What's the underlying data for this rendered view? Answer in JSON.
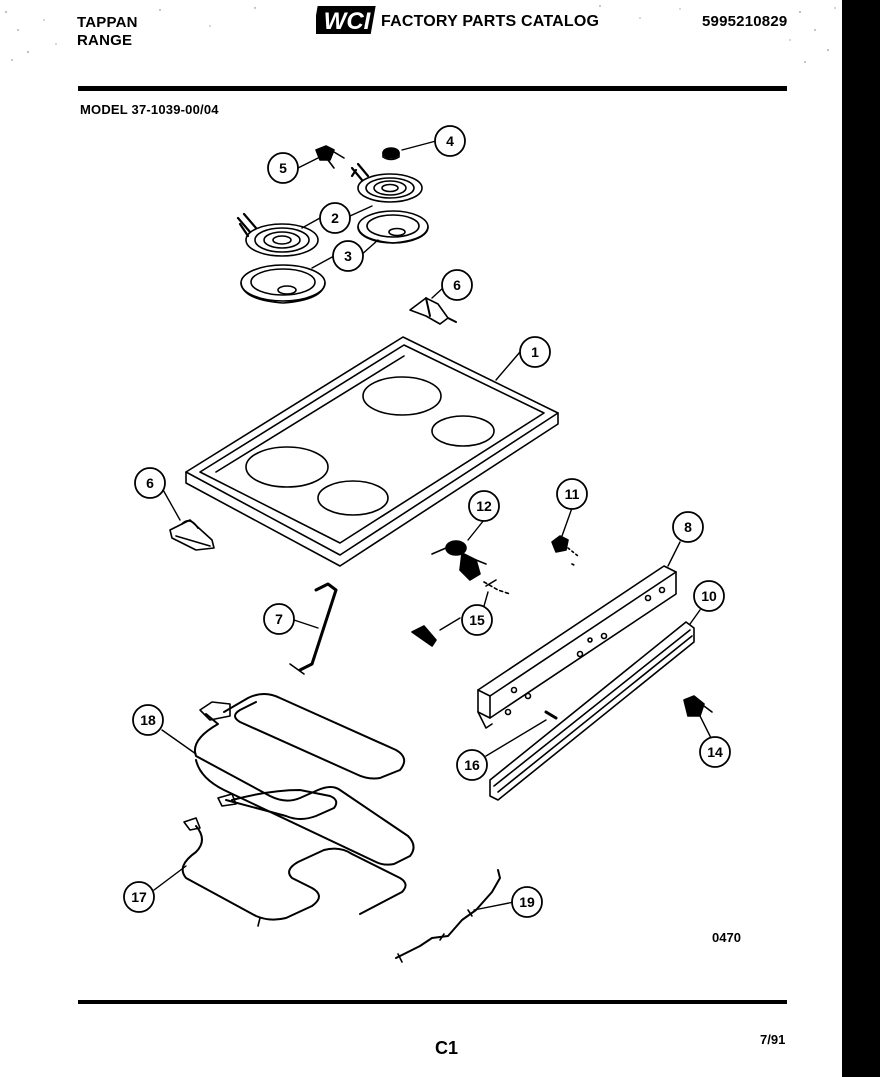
{
  "header": {
    "brand_line1": "TAPPAN",
    "brand_line2": "RANGE",
    "logo_text": "WCI",
    "catalog_title": "FACTORY PARTS CATALOG",
    "catalog_number": "5995210829"
  },
  "model": "MODEL 37-1039-00/04",
  "callouts": [
    "1",
    "2",
    "3",
    "4",
    "5",
    "6",
    "6",
    "7",
    "8",
    "10",
    "11",
    "12",
    "14",
    "15",
    "16",
    "17",
    "18",
    "19"
  ],
  "drawing_code": "0470",
  "page_code": "C1",
  "date_code": "7/91",
  "colors": {
    "ink": "#000000",
    "paper": "#ffffff"
  },
  "icons": [
    "wci-logo-icon"
  ]
}
